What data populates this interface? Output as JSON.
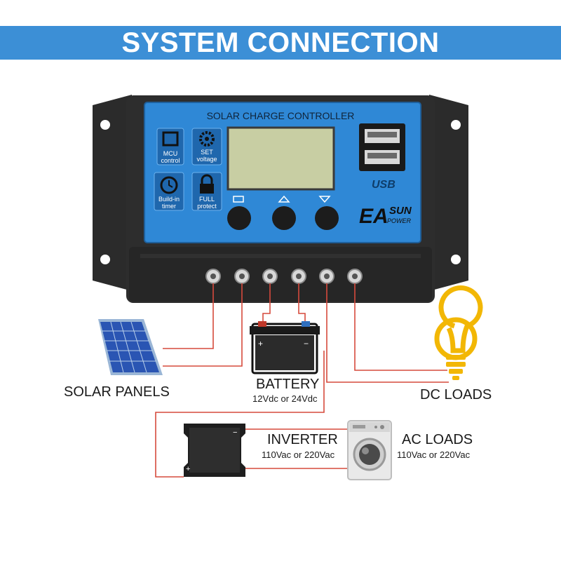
{
  "banner": {
    "title": "SYSTEM CONNECTION"
  },
  "controller": {
    "heading": "SOLAR CHARGE CONTROLLER",
    "features": [
      {
        "line1": "MCU",
        "line2": "control",
        "icon": "chip-icon"
      },
      {
        "line1": "SET",
        "line2": "voltage",
        "icon": "gear-icon"
      },
      {
        "line1": "Build-in",
        "line2": "timer",
        "icon": "clock-icon"
      },
      {
        "line1": "FULL",
        "line2": "protect",
        "icon": "lock-icon"
      }
    ],
    "usb_label": "USB",
    "brand_main": "EA",
    "brand_sun": "SUN",
    "brand_power": "POWER",
    "terminals": 6,
    "colors": {
      "panel": "#2f88d6",
      "body": "#2a2a2a",
      "lcd": "#c9cfa4",
      "wire": "#d64a3c"
    }
  },
  "components": {
    "solar": {
      "name": "SOLAR PANELS"
    },
    "battery": {
      "name": "BATTERY",
      "spec": "12Vdc or 24Vdc",
      "plus": "+",
      "minus": "−"
    },
    "dc_loads": {
      "name": "DC LOADS"
    },
    "inverter": {
      "name": "INVERTER",
      "spec": "110Vac or 220Vac",
      "plus": "+",
      "minus": "−"
    },
    "ac_loads": {
      "name": "AC LOADS",
      "spec": "110Vac or 220Vac"
    }
  }
}
